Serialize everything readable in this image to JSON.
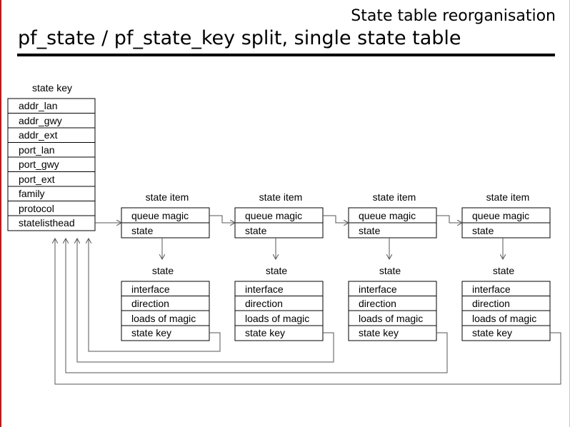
{
  "slide": {
    "header": "State table reorganisation",
    "title": "pf_state / pf_state_key split, single state table"
  },
  "state_key": {
    "caption": "state key",
    "fields": [
      "addr_lan",
      "addr_gwy",
      "addr_ext",
      "port_lan",
      "port_gwy",
      "port_ext",
      "family",
      "protocol",
      "statelisthead"
    ]
  },
  "state_items": [
    {
      "caption": "state item",
      "fields": [
        "queue magic",
        "state"
      ]
    },
    {
      "caption": "state item",
      "fields": [
        "queue magic",
        "state"
      ]
    },
    {
      "caption": "state item",
      "fields": [
        "queue magic",
        "state"
      ]
    },
    {
      "caption": "state item",
      "fields": [
        "queue magic",
        "state"
      ]
    }
  ],
  "states": [
    {
      "caption": "state",
      "fields": [
        "interface",
        "direction",
        "loads of magic",
        "state key"
      ]
    },
    {
      "caption": "state",
      "fields": [
        "interface",
        "direction",
        "loads of magic",
        "state key"
      ]
    },
    {
      "caption": "state",
      "fields": [
        "interface",
        "direction",
        "loads of magic",
        "state key"
      ]
    },
    {
      "caption": "state",
      "fields": [
        "interface",
        "direction",
        "loads of magic",
        "state key"
      ]
    }
  ],
  "colors": {
    "frame_left": "#e00000",
    "line": "#555555",
    "border": "#000000"
  }
}
